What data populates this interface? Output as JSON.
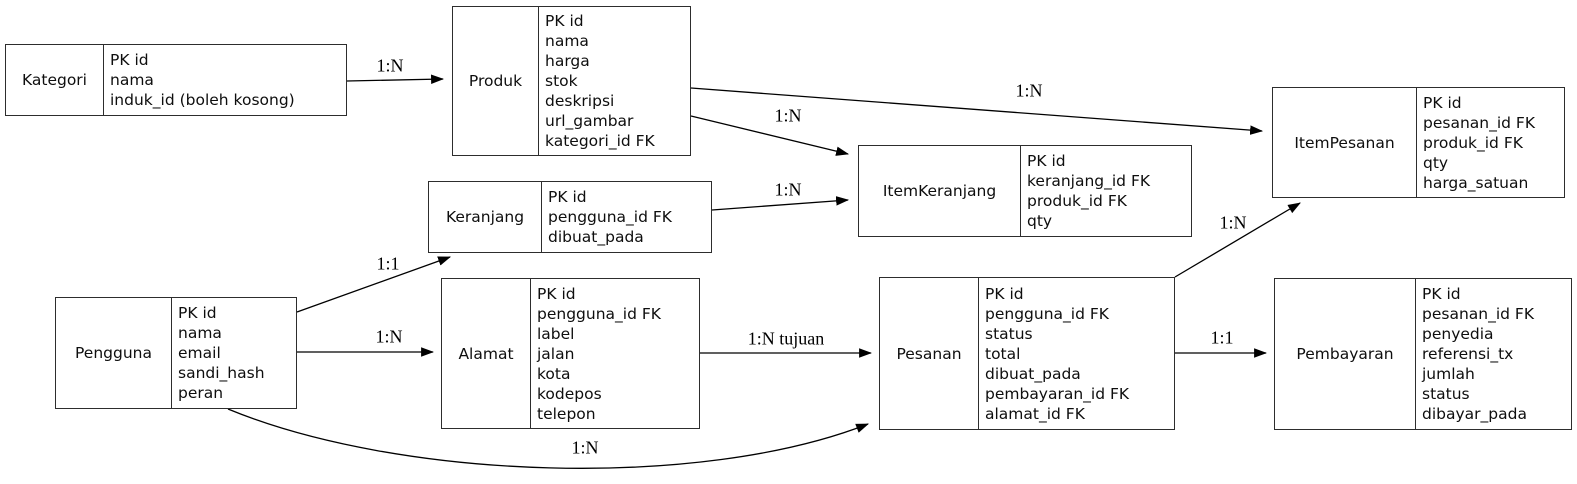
{
  "diagram": {
    "type": "entity-relationship",
    "background_color": "#ffffff",
    "box_border_color": "#2d2d2d",
    "line_color": "#000000",
    "text_color": "#0e0e0e",
    "pk_prefix": "PK",
    "fk_suffix": "FK"
  },
  "entities": [
    {
      "name": "Kategori",
      "attributes": [
        "PK id",
        "nama",
        "induk_id (boleh kosong)"
      ]
    },
    {
      "name": "Produk",
      "attributes": [
        "PK id",
        "nama",
        "harga",
        "stok",
        "deskripsi",
        "url_gambar",
        "kategori_id FK"
      ]
    },
    {
      "name": "Keranjang",
      "attributes": [
        "PK id",
        "pengguna_id FK",
        "dibuat_pada"
      ]
    },
    {
      "name": "ItemKeranjang",
      "attributes": [
        "PK id",
        "keranjang_id FK",
        "produk_id FK",
        "qty"
      ]
    },
    {
      "name": "ItemPesanan",
      "attributes": [
        "PK id",
        "pesanan_id FK",
        "produk_id FK",
        "qty",
        "harga_satuan"
      ]
    },
    {
      "name": "Pengguna",
      "attributes": [
        "PK id",
        "nama",
        "email",
        "sandi_hash",
        "peran"
      ]
    },
    {
      "name": "Alamat",
      "attributes": [
        "PK id",
        "pengguna_id FK",
        "label",
        "jalan",
        "kota",
        "kodepos",
        "telepon"
      ]
    },
    {
      "name": "Pesanan",
      "attributes": [
        "PK id",
        "pengguna_id FK",
        "status",
        "total",
        "dibuat_pada",
        "pembayaran_id FK",
        "alamat_id FK"
      ]
    },
    {
      "name": "Pembayaran",
      "attributes": [
        "PK id",
        "pesanan_id FK",
        "penyedia",
        "referensi_tx",
        "jumlah",
        "status",
        "dibayar_pada"
      ]
    }
  ],
  "relationships": [
    {
      "from": "Kategori",
      "to": "Produk",
      "label": "1:N"
    },
    {
      "from": "Produk",
      "to": "ItemPesanan",
      "label": "1:N"
    },
    {
      "from": "Produk",
      "to": "ItemKeranjang",
      "label": "1:N"
    },
    {
      "from": "Keranjang",
      "to": "ItemKeranjang",
      "label": "1:N"
    },
    {
      "from": "Pengguna",
      "to": "Keranjang",
      "label": "1:1"
    },
    {
      "from": "Pengguna",
      "to": "Alamat",
      "label": "1:N"
    },
    {
      "from": "Alamat",
      "to": "Pesanan",
      "label": "1:N tujuan"
    },
    {
      "from": "Pesanan",
      "to": "ItemPesanan",
      "label": "1:N"
    },
    {
      "from": "Pesanan",
      "to": "Pembayaran",
      "label": "1:1"
    },
    {
      "from": "Pengguna",
      "to": "Pesanan",
      "label": "1:N"
    }
  ]
}
